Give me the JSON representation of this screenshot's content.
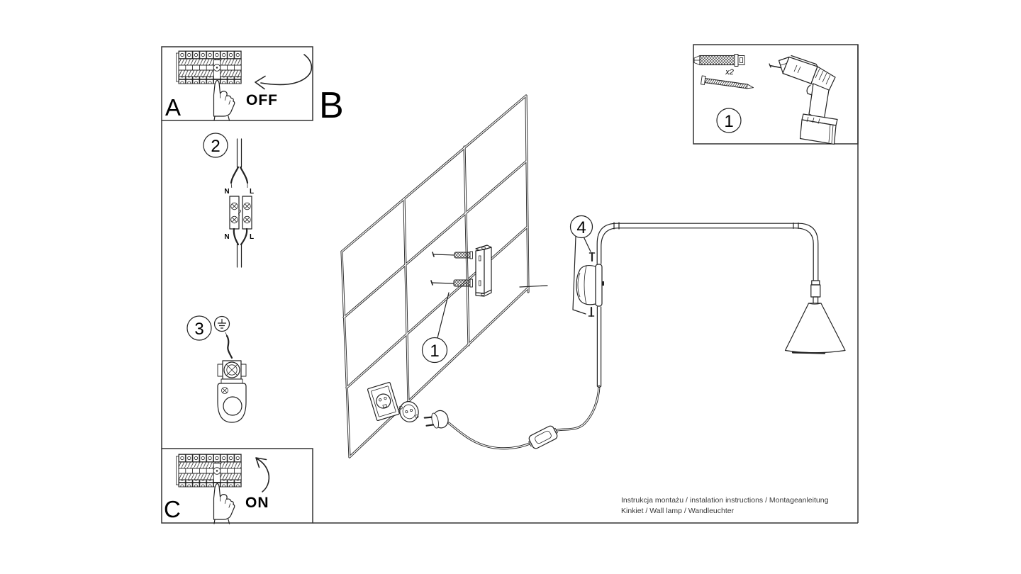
{
  "colors": {
    "background": "#ffffff",
    "line": "#222222",
    "text": "#000000",
    "footer_text": "#3a3a3a"
  },
  "panel_a": {
    "label": "A",
    "action": "OFF"
  },
  "section_b": {
    "label": "B"
  },
  "panel_c": {
    "label": "C",
    "action": "ON"
  },
  "step2": {
    "number": "2",
    "in_n": "N",
    "in_l": "L",
    "out_n": "N",
    "out_l": "L"
  },
  "step3": {
    "number": "3"
  },
  "wall_callout": {
    "number": "1"
  },
  "lamp_callout": {
    "number": "4"
  },
  "parts_box": {
    "callout": "1",
    "anchor_qty": "x2"
  },
  "footer": {
    "line1": "Instrukcja montażu / instalation instructions / Montageanleitung",
    "line2": "Kinkiet / Wall lamp / Wandleuchter"
  }
}
